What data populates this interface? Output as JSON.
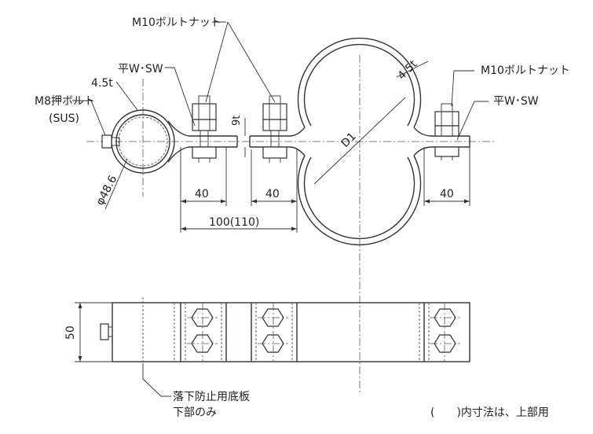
{
  "labels": {
    "m10_top": "M10ボルトナット",
    "m10_right": "M10ボルトナット",
    "washer_left": "平W･SW",
    "washer_right": "平W･SW",
    "thick_left": "4.5t",
    "thick_right": "4.5t",
    "m8_line1": "M8押ボルト",
    "m8_line2": "(SUS)",
    "diameter": "φ48.6",
    "nine_t": "9t",
    "d1": "D1",
    "dim40_a": "40",
    "dim40_b": "40",
    "dim40_c": "40",
    "dim100": "100(110)",
    "dim50": "50",
    "plate_line1": "落下防止用底板",
    "plate_line2": "下部のみ",
    "note": "(　　)内寸法は、上部用"
  }
}
